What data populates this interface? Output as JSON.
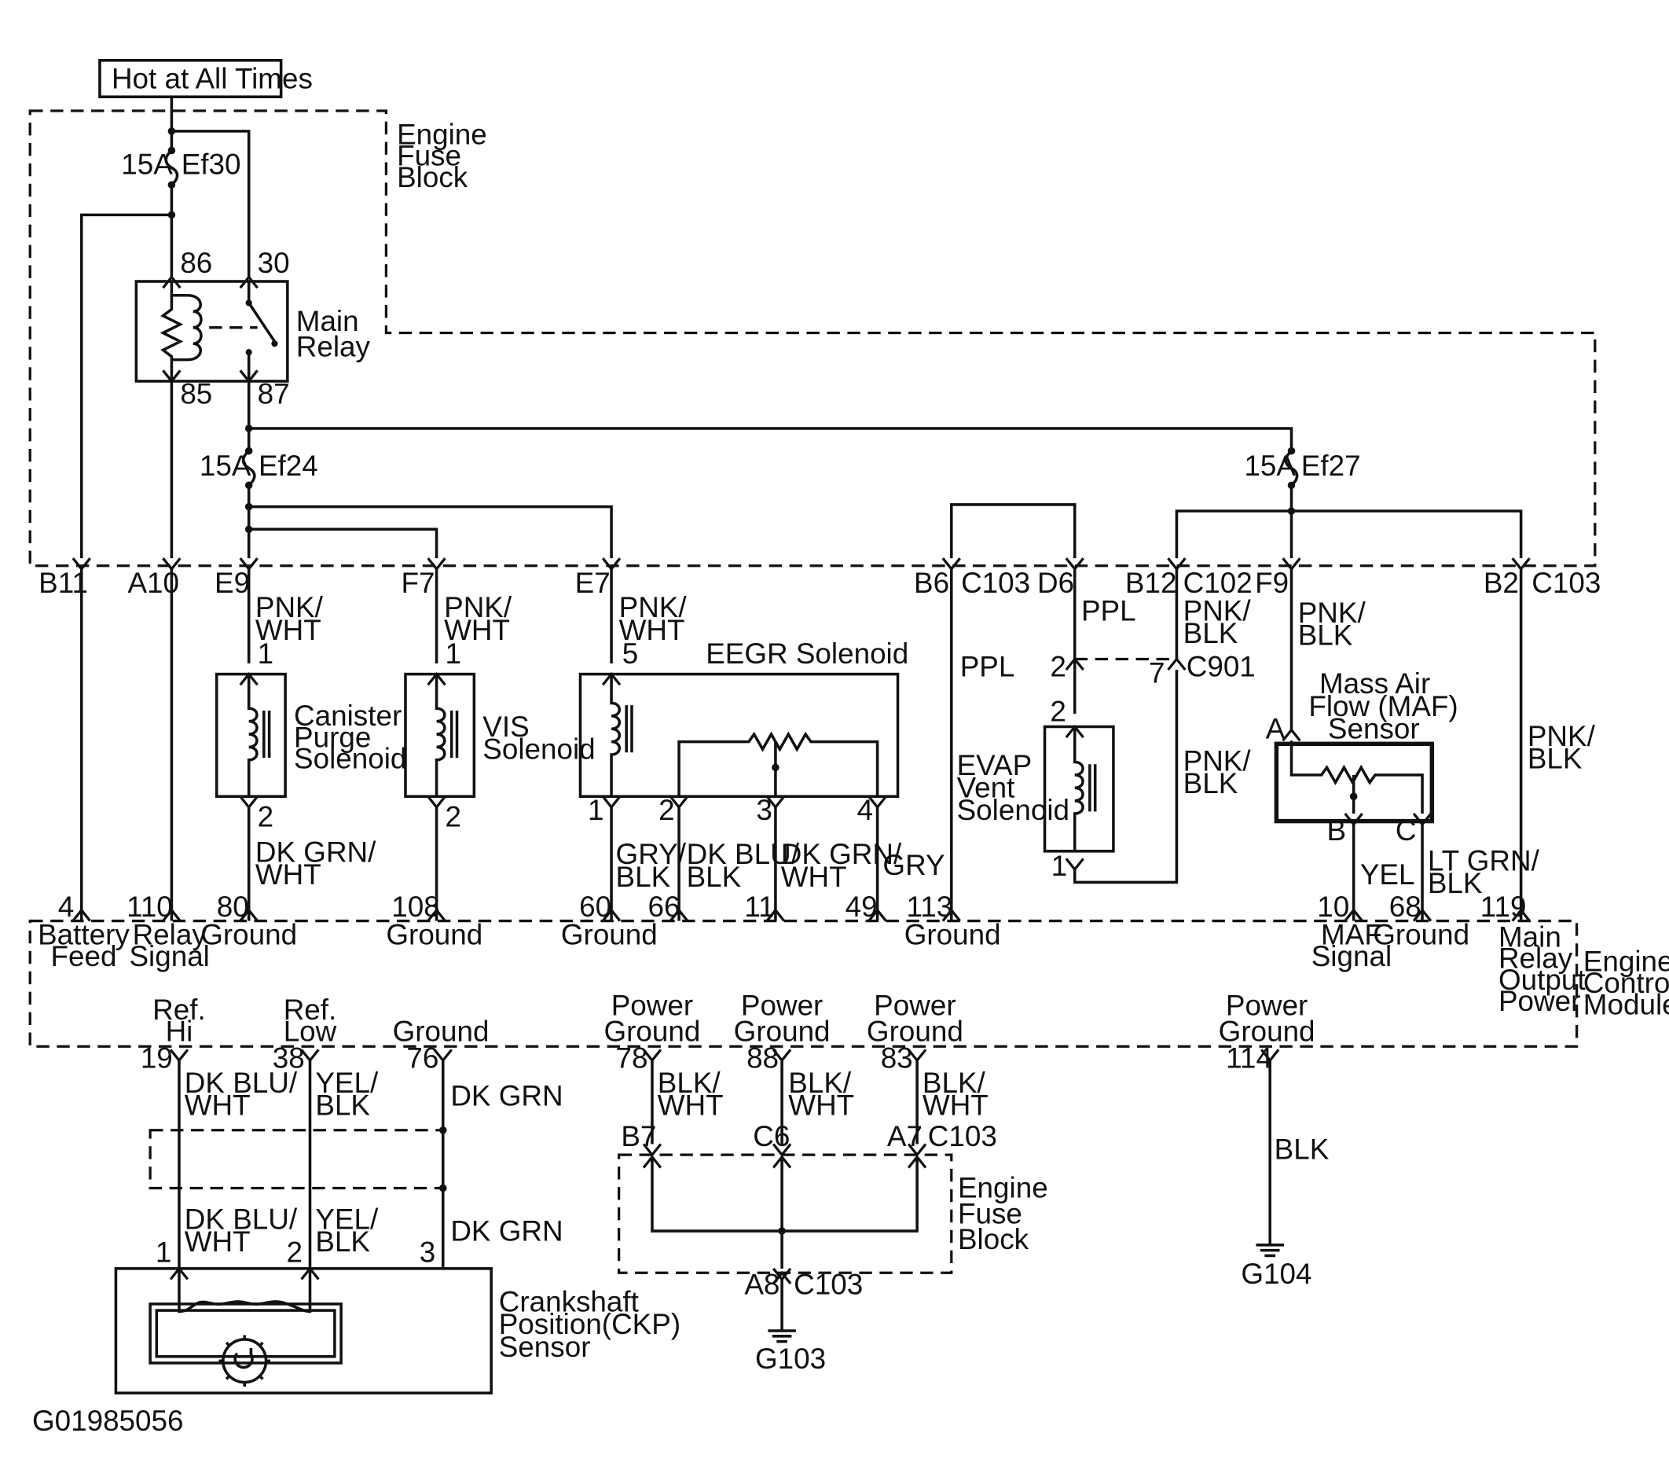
{
  "title": "Hot at All Times",
  "diagram_id": "G01985056",
  "engine_fuse_block_top": "Engine|Fuse|Block",
  "engine_fuse_block_bottom": "Engine|Fuse|Block",
  "ecm_label": "Engine|Control|Module",
  "main_relay": {
    "label": "Main|Relay",
    "pins": [
      "86",
      "30",
      "85",
      "87"
    ]
  },
  "fuses": [
    {
      "amp": "15A",
      "name": "Ef30"
    },
    {
      "amp": "15A",
      "name": "Ef24"
    },
    {
      "amp": "15A",
      "name": "Ef27"
    }
  ],
  "connector_labels": [
    "B11",
    "A10",
    "E9",
    "F7",
    "E7",
    "B6",
    "C103",
    "D6",
    "B12",
    "C102",
    "F9",
    "B2",
    "C103",
    "C901",
    "B7",
    "C6",
    "A7",
    "C103",
    "A8",
    "C103"
  ],
  "wires": [
    "PNK/|WHT",
    "PNK/|WHT",
    "PNK/|WHT",
    "PPL",
    "PPL",
    "PNK/|BLK",
    "PNK/|BLK",
    "PNK/|BLK",
    "PNK/|BLK",
    "DK GRN/|WHT",
    "GRY/|BLK",
    "DK BLU/|BLK",
    "DK GRN/|WHT",
    "GRY",
    "YEL",
    "LT GRN/|BLK",
    "DK BLU/|WHT",
    "YEL/|BLK",
    "DK GRN",
    "DK BLU/|WHT",
    "YEL/|BLK",
    "DK GRN",
    "BLK/|WHT",
    "BLK/|WHT",
    "BLK/|WHT",
    "BLK"
  ],
  "components": {
    "canister": "Canister|Purge|Solenoid",
    "vis": "VIS|Solenoid",
    "eegr": "EEGR Solenoid",
    "evap": "EVAP|Vent|Solenoid",
    "maf": "Mass Air|Flow (MAF)|Sensor",
    "ckp": "Crankshaft|Position(CKP)|Sensor"
  },
  "pin_numbers": [
    "1",
    "2",
    "1",
    "2",
    "5",
    "1",
    "2",
    "3",
    "4",
    "2",
    "7",
    "2",
    "1",
    "A",
    "B",
    "C",
    "1",
    "2",
    "3"
  ],
  "ecm_pins": [
    "4",
    "110",
    "80",
    "108",
    "60",
    "66",
    "11",
    "49",
    "113",
    "10",
    "68",
    "119",
    "19",
    "38",
    "76",
    "78",
    "88",
    "83",
    "114"
  ],
  "ecm_signals": [
    "Battery|Feed",
    "Relay|Signal",
    "Ground",
    "Ground",
    "Ground",
    "Ground",
    "MAF|Signal",
    "Ground",
    "Main|Relay|Output|Power",
    "Ref.|Hi",
    "Ref.|Low",
    "Ground",
    "Power|Ground",
    "Power|Ground",
    "Power|Ground",
    "Power|Ground"
  ],
  "grounds": [
    "G103",
    "G104"
  ]
}
